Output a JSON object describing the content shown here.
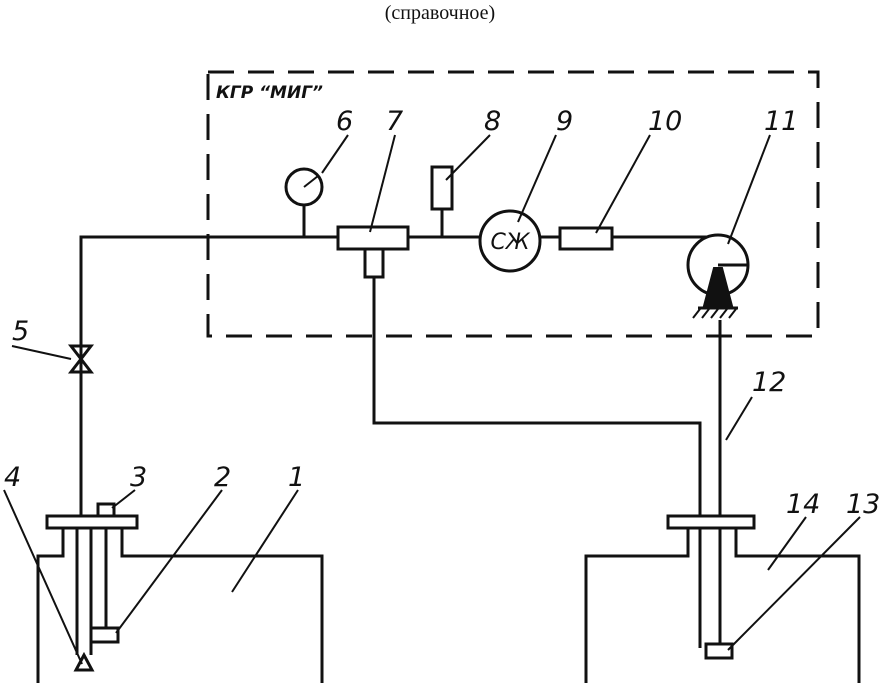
{
  "caption": "(справочное)",
  "frame_title": "КГР “МИГ”",
  "meter_symbol": "СЖ",
  "labels": {
    "l1": "1",
    "l2": "2",
    "l3": "3",
    "l4": "4",
    "l5": "5",
    "l6": "6",
    "l7": "7",
    "l8": "8",
    "l9": "9",
    "l10": "10",
    "l11": "11",
    "l12": "12",
    "l13": "13",
    "l14": "14"
  }
}
